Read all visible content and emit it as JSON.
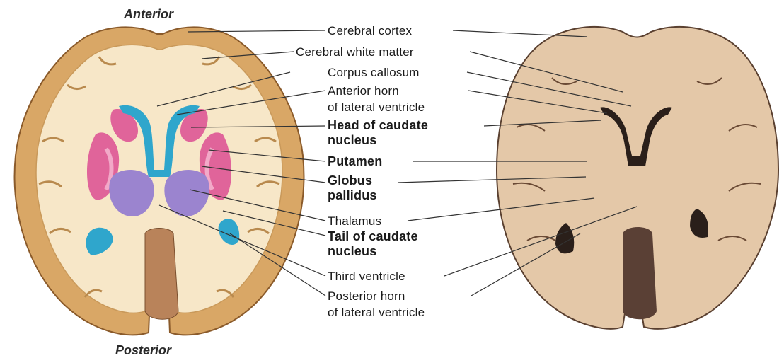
{
  "orientation": {
    "anterior": "Anterior",
    "posterior": "Posterior"
  },
  "labels": {
    "cerebral_cortex": "Cerebral cortex",
    "cerebral_white_matter": "Cerebral white matter",
    "corpus_callosum": "Corpus callosum",
    "anterior_horn_1": "Anterior horn",
    "anterior_horn_2": "of lateral ventricle",
    "head_caudate_1": "Head of caudate",
    "head_caudate_2": "nucleus",
    "putamen": "Putamen",
    "globus_1": "Globus",
    "globus_2": "pallidus",
    "thalamus": "Thalamus",
    "tail_caudate_1": "Tail of caudate",
    "tail_caudate_2": "nucleus",
    "third_ventricle": "Third ventricle",
    "posterior_horn_1": "Posterior horn",
    "posterior_horn_2": "of lateral ventricle"
  },
  "colors": {
    "cortex": "#d9a766",
    "white_matter": "#f7e7c8",
    "ventricle": "#2fa6cc",
    "caudate_putamen": "#e0649a",
    "thalamus": "#9b84cf",
    "brainstem": "#b9835a",
    "photo_tissue": "#e4c8a8",
    "photo_dark": "#2a1f1a",
    "leader_line": "#333333"
  }
}
